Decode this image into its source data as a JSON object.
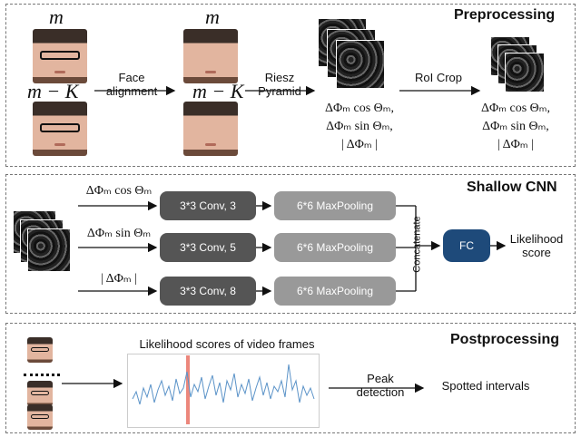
{
  "preprocessing": {
    "title": "Preprocessing",
    "m_label": "m",
    "mk_label": "m − K",
    "face_alignment": "Face\nalignment",
    "riesz": "Riesz\nPyramid",
    "roi_crop": "RoI Crop",
    "outputs": [
      "ΔΦₘ cos Θₘ,",
      "ΔΦₘ sin Θₘ,",
      "| ΔΦₘ |"
    ]
  },
  "shallow_cnn": {
    "title": "Shallow CNN",
    "inputs": [
      "ΔΦₘ cos Θₘ",
      "ΔΦₘ sin Θₘ",
      "| ΔΦₘ |"
    ],
    "convs": [
      "3*3 Conv, 3",
      "3*3 Conv, 5",
      "3*3 Conv, 8"
    ],
    "pool": "6*6 MaxPooling",
    "concatenate": "Concatenate",
    "fc": "FC",
    "output": "Likelihood\nscore"
  },
  "postprocessing": {
    "title": "Postprocessing",
    "plot_title": "Likelihood scores of video frames",
    "peak": "Peak\ndetection",
    "output": "Spotted intervals"
  },
  "colors": {
    "conv": "#555555",
    "pool": "#999999",
    "fc": "#1e4a7a",
    "peak_line": "#e86a5c",
    "signal": "#5b93c8"
  }
}
